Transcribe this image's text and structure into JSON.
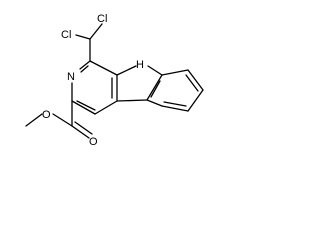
{
  "molecule": {
    "atoms": {
      "cl_top": "Cl",
      "cl_left": "Cl",
      "ring_nitrogen": "N",
      "indole_nh": "H",
      "ester_oxygen": "O",
      "carbonyl_oxygen": "O"
    }
  },
  "colors": {
    "bond": "#000000",
    "background": "#ffffff"
  }
}
